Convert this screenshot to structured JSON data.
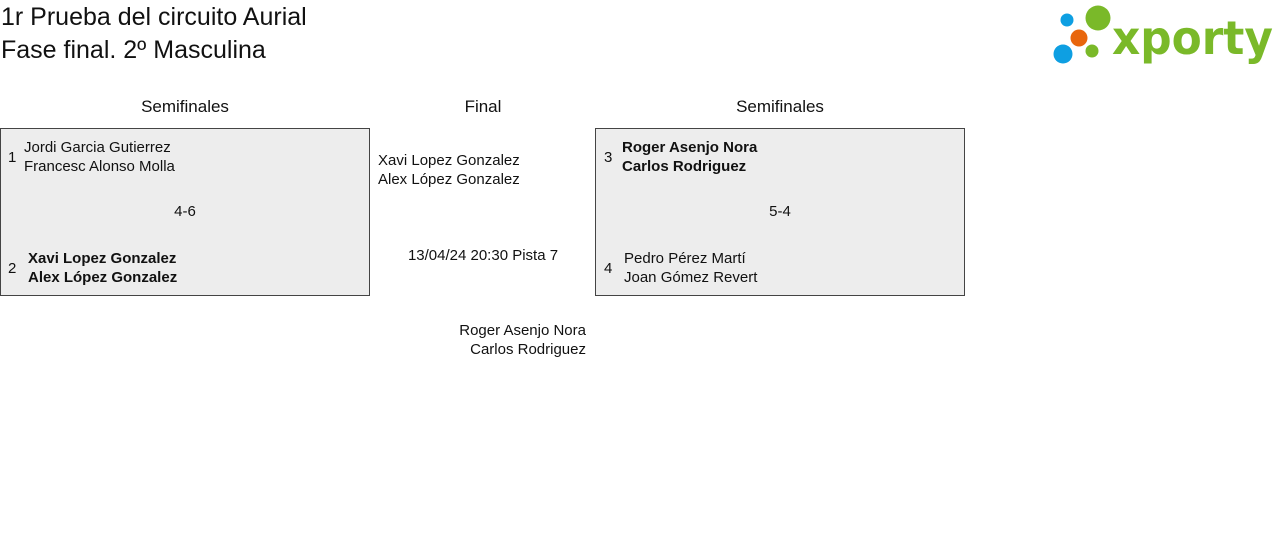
{
  "header": {
    "title_line1": "1r Prueba del circuito Aurial",
    "title_line2": "Fase final. 2º Masculina"
  },
  "logo": {
    "text": "xporty",
    "colors": {
      "green": "#7ab929",
      "blue": "#0e9fe2",
      "orange": "#e8660d"
    }
  },
  "columns": {
    "left": "Semifinales",
    "final": "Final",
    "right": "Semifinales"
  },
  "semifinal_left": {
    "score": "4-6",
    "team_top": {
      "seed": "1",
      "player1": "Jordi Garcia Gutierrez",
      "player2": "Francesc Alonso Molla"
    },
    "team_bottom": {
      "seed": "2",
      "player1": "Xavi Lopez Gonzalez",
      "player2": "Alex López Gonzalez"
    }
  },
  "semifinal_right": {
    "score": "5-4",
    "team_top": {
      "seed": "3",
      "player1": "Roger Asenjo Nora",
      "player2": "Carlos Rodriguez"
    },
    "team_bottom": {
      "seed": "4",
      "player1": "Pedro Pérez Martí",
      "player2": "Joan Gómez Revert"
    }
  },
  "final": {
    "team_top": {
      "player1": "Xavi Lopez Gonzalez",
      "player2": "Alex López Gonzalez"
    },
    "schedule": "13/04/24 20:30 Pista 7",
    "team_bottom": {
      "player1": "Roger Asenjo Nora",
      "player2": "Carlos Rodriguez"
    }
  }
}
